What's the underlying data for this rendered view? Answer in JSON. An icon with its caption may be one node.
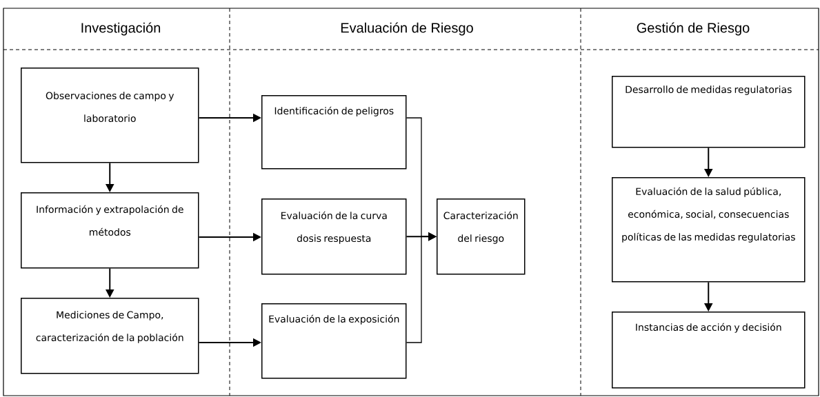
{
  "diagram": {
    "nodes": [
      {
        "text": [
          "Observaciones de campo y laboratorio"
        ]
      },
      {
        "text": [
          "Información y extrapolación de métodos"
        ]
      },
      {
        "text": [
          "Mediciones de Campo, caracterización de la población"
        ]
      },
      {
        "text": [
          "Identificación de peligros"
        ]
      },
      {
        "text": [
          "Evaluación de la curva dosis respuesta"
        ]
      },
      {
        "text": [
          "Evaluación de la exposición"
        ]
      },
      {
        "text": [
          "Caracterización del riesgo"
        ]
      },
      {
        "text": [
          "Desarrollo de medidas regulatorias"
        ]
      },
      {
        "text": [
          "Evaluación de la salud pública, económica, social, consecuencias políticas de las medidas regulatorias"
        ]
      },
      {
        "text": [
          "Instancias de acción y decisión"
        ]
      }
    ],
    "edges": [
      {
        "from": 0,
        "to": 3,
        "arrow": "to"
      },
      {
        "from": 1,
        "to": 4,
        "arrow": "to"
      },
      {
        "from": 2,
        "to": 5,
        "arrow": "to"
      },
      {
        "from": 0,
        "to": 1,
        "arrow": "to"
      },
      {
        "from": 1,
        "to": 2,
        "arrow": "to"
      },
      {
        "from": 3,
        "to": 6,
        "arrow": "to"
      },
      {
        "from": 4,
        "to": 6,
        "arrow": "to"
      },
      {
        "from": 5,
        "to": 6,
        "arrow": "to"
      },
      {
        "from": 7,
        "to": 8,
        "arrow": "to"
      },
      {
        "from": 8,
        "to": 9,
        "arrow": "to"
      }
    ],
    "labels": [
      "Investigación",
      "Evaluación de Riesgo",
      "Gestión de Riesgo"
    ]
  }
}
